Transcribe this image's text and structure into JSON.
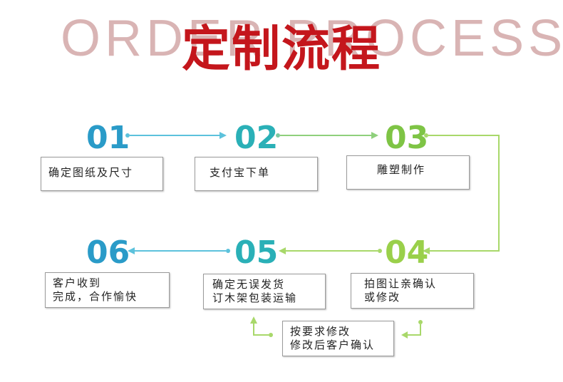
{
  "header": {
    "bg_title": "ORDER PROCESS",
    "title": "定制流程"
  },
  "steps": [
    {
      "num": "01",
      "lines": [
        "确定图纸及尺寸"
      ],
      "color": "#2a9bc8"
    },
    {
      "num": "02",
      "lines": [
        "支付宝下单"
      ],
      "color": "#2ab0b7"
    },
    {
      "num": "03",
      "lines": [
        "雕塑制作"
      ],
      "color": "#7ec445"
    },
    {
      "num": "04",
      "lines": [
        "拍图让亲确认",
        "或修改"
      ],
      "color": "#9ad04a"
    },
    {
      "num": "05",
      "lines": [
        "确定无误发货",
        "订木架包装运输"
      ],
      "color": "#2ab0b7"
    },
    {
      "num": "06",
      "lines": [
        "客户收到",
        "完成，合作愉快"
      ],
      "color": "#2a9bc8"
    }
  ],
  "revision": {
    "lines": [
      "按要求修改",
      "修改后客户确认"
    ]
  },
  "colors": {
    "arrow_blue": "#5cc2dc",
    "arrow_green": "#a8d86a",
    "title_red": "#c4161c"
  }
}
